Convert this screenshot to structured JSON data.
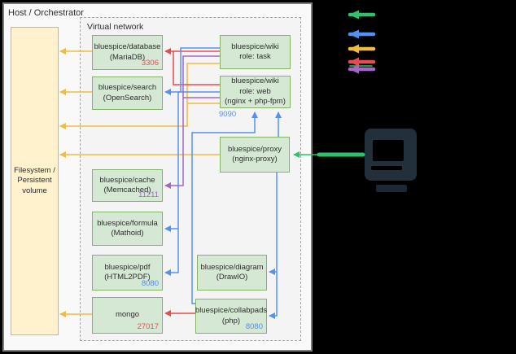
{
  "host": {
    "label": "Host / Orchestrator"
  },
  "virtual_network": {
    "label": "Virtual network"
  },
  "filesystem": {
    "label": "Filesystem /\nPersistent\nvolume"
  },
  "nodes": {
    "database": {
      "label": "bluespice/database\n(MariaDB)",
      "port": "3306"
    },
    "search": {
      "label": "bluespice/search\n(OpenSearch)"
    },
    "wiki_task": {
      "label": "bluespice/wiki\nrole: task"
    },
    "wiki_web": {
      "label": "bluespice/wiki\nrole: web\n(nginx + php-fpm)",
      "port": "9090"
    },
    "proxy": {
      "label": "bluespice/proxy\n(nginx-proxy)"
    },
    "cache": {
      "label": "bluespice/cache\n(Memcached)",
      "port": "11211"
    },
    "formula": {
      "label": "bluespice/formula\n(Mathoid)"
    },
    "pdf": {
      "label": "bluespice/pdf\n(HTML2PDF)",
      "port": "8080"
    },
    "mongo": {
      "label": "mongo",
      "port": "27017"
    },
    "diagram": {
      "label": "bluespice/diagram\n(DrawIO)"
    },
    "collabpads": {
      "label": "bluespice/collabpads\n(php)",
      "port": "8080"
    }
  },
  "legend": {
    "items": [
      {
        "name": "green-arrow",
        "color": "#2dc26b"
      },
      {
        "name": "blue-arrow",
        "color": "#5591f5"
      },
      {
        "name": "yellow-arrow",
        "color": "#f0bc42"
      },
      {
        "name": "red-arrow",
        "color": "#e64c4c"
      },
      {
        "name": "purple-arrow",
        "color": "#a566c9"
      }
    ]
  },
  "colors": {
    "green": "#2dc26b",
    "blue": "#5591f5",
    "yellow": "#f0bc42",
    "red": "#e64c4c",
    "purple": "#a566c9",
    "node_fill": "#d5e8d4",
    "node_border": "#82b366",
    "volume_fill": "#fff2cc",
    "volume_border": "#d6b656"
  }
}
